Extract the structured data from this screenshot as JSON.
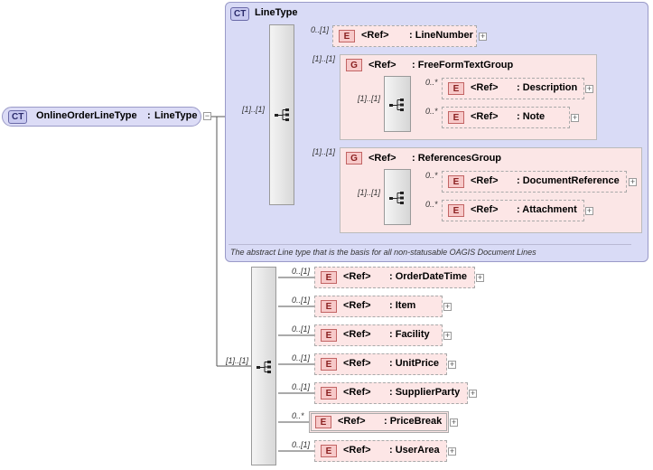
{
  "root": {
    "badge": "CT",
    "name": "OnlineOrderLineType",
    "type_sep": ":",
    "type": "LineType"
  },
  "complex_type": {
    "badge": "CT",
    "title": "LineType",
    "annotation": "The abstract Line type that is the basis for all non-statusable OAGIS Document Lines"
  },
  "connector_cards": {
    "ct_seq": "[1]..[1]",
    "ext_seq": "[1]..[1]"
  },
  "line_type_children": {
    "line_number": {
      "card": "0..[1]",
      "badge": "E",
      "ref": "<Ref>",
      "name": ": LineNumber"
    },
    "free_form_group": {
      "card": "[1]..[1]",
      "badge": "G",
      "ref": "<Ref>",
      "name": ": FreeFormTextGroup",
      "seq_card": "[1]..[1]",
      "items": [
        {
          "card": "0..*",
          "badge": "E",
          "ref": "<Ref>",
          "name": ": Description"
        },
        {
          "card": "0..*",
          "badge": "E",
          "ref": "<Ref>",
          "name": ": Note"
        }
      ]
    },
    "references_group": {
      "card": "[1]..[1]",
      "badge": "G",
      "ref": "<Ref>",
      "name": ": ReferencesGroup",
      "seq_card": "[1]..[1]",
      "items": [
        {
          "card": "0..*",
          "badge": "E",
          "ref": "<Ref>",
          "name": ": DocumentReference"
        },
        {
          "card": "0..*",
          "badge": "E",
          "ref": "<Ref>",
          "name": ": Attachment"
        }
      ]
    }
  },
  "extension_elements": [
    {
      "card": "0..[1]",
      "badge": "E",
      "ref": "<Ref>",
      "name": ": OrderDateTime"
    },
    {
      "card": "0..[1]",
      "badge": "E",
      "ref": "<Ref>",
      "name": ": Item"
    },
    {
      "card": "0..[1]",
      "badge": "E",
      "ref": "<Ref>",
      "name": ": Facility"
    },
    {
      "card": "0..[1]",
      "badge": "E",
      "ref": "<Ref>",
      "name": ": UnitPrice"
    },
    {
      "card": "0..[1]",
      "badge": "E",
      "ref": "<Ref>",
      "name": ": SupplierParty"
    },
    {
      "card": "0..*",
      "badge": "E",
      "ref": "<Ref>",
      "name": ": PriceBreak"
    },
    {
      "card": "0..[1]",
      "badge": "E",
      "ref": "<Ref>",
      "name": ": UserArea"
    }
  ]
}
